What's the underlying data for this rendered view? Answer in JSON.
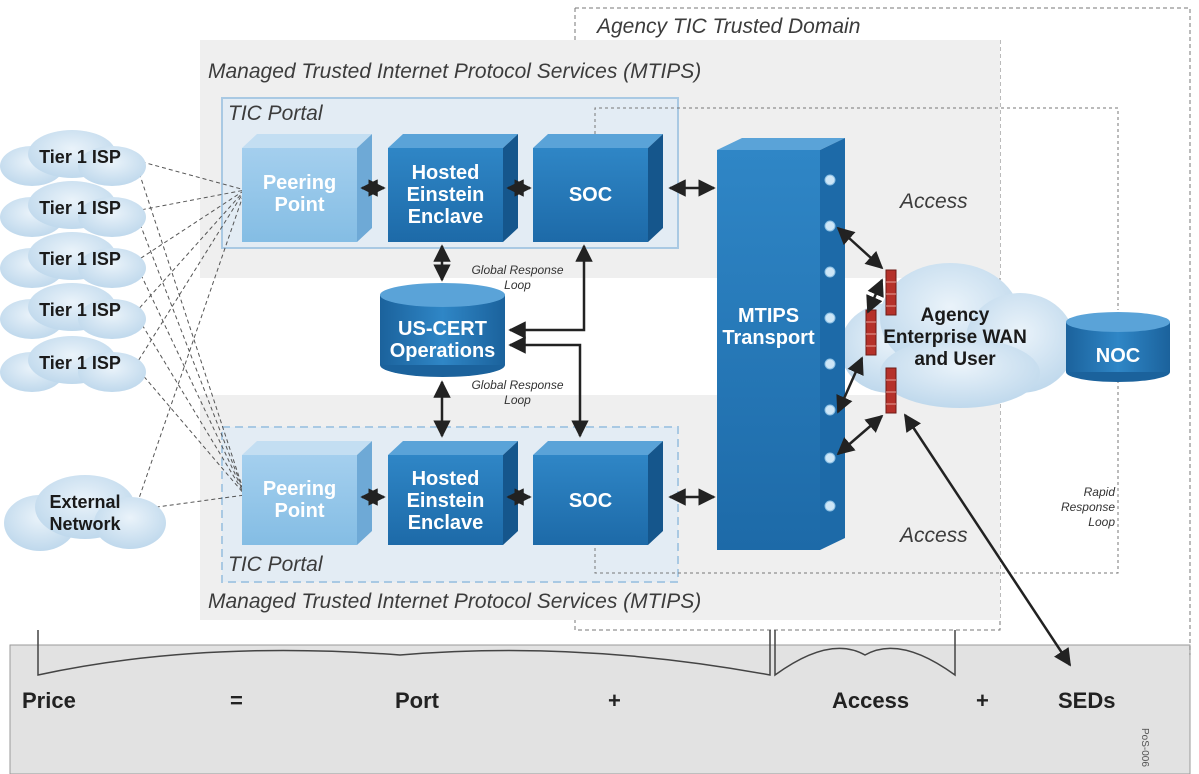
{
  "domains": {
    "agency_tic": "Agency TIC Trusted Domain",
    "mtips_top": "Managed Trusted Internet Protocol Services (MTIPS)",
    "mtips_bottom": "Managed Trusted Internet Protocol Services (MTIPS)"
  },
  "portals": {
    "top": "TIC Portal",
    "bottom": "TIC Portal"
  },
  "isps": [
    "Tier 1 ISP",
    "Tier 1 ISP",
    "Tier 1 ISP",
    "Tier 1 ISP",
    "Tier 1 ISP"
  ],
  "external_network": [
    "External",
    "Network"
  ],
  "boxes": {
    "peering_top": [
      "Peering",
      "Point"
    ],
    "einstein_top": [
      "Hosted",
      "Einstein",
      "Enclave"
    ],
    "soc_top": "SOC",
    "peering_bottom": [
      "Peering",
      "Point"
    ],
    "einstein_bottom": [
      "Hosted",
      "Einstein",
      "Enclave"
    ],
    "soc_bottom": "SOC",
    "uscert": [
      "US-CERT",
      "Operations"
    ],
    "mtips_transport": [
      "MTIPS",
      "Transport"
    ],
    "noc": "NOC"
  },
  "agency_wan": [
    "Agency",
    "Enterprise WAN",
    "and User"
  ],
  "loops": {
    "global_top": [
      "Global Response",
      "Loop"
    ],
    "global_bottom": [
      "Global Response",
      "Loop"
    ],
    "rapid": [
      "Rapid",
      "Response",
      "Loop"
    ]
  },
  "access_labels": [
    "Access",
    "Access"
  ],
  "price_bar": {
    "price": "Price",
    "eq": "=",
    "port": "Port",
    "plus1": "+",
    "access": "Access",
    "plus2": "+",
    "seds": "SEDs"
  },
  "figure_code": "PoS-006",
  "colors": {
    "box_blue": "#2a7ab9",
    "peering_blue": "#8fc3e6",
    "cloud": "#cfe2f1",
    "firewall": "#b5312a",
    "panel_gray": "#efefef",
    "price_gray": "#e0e0e0"
  }
}
